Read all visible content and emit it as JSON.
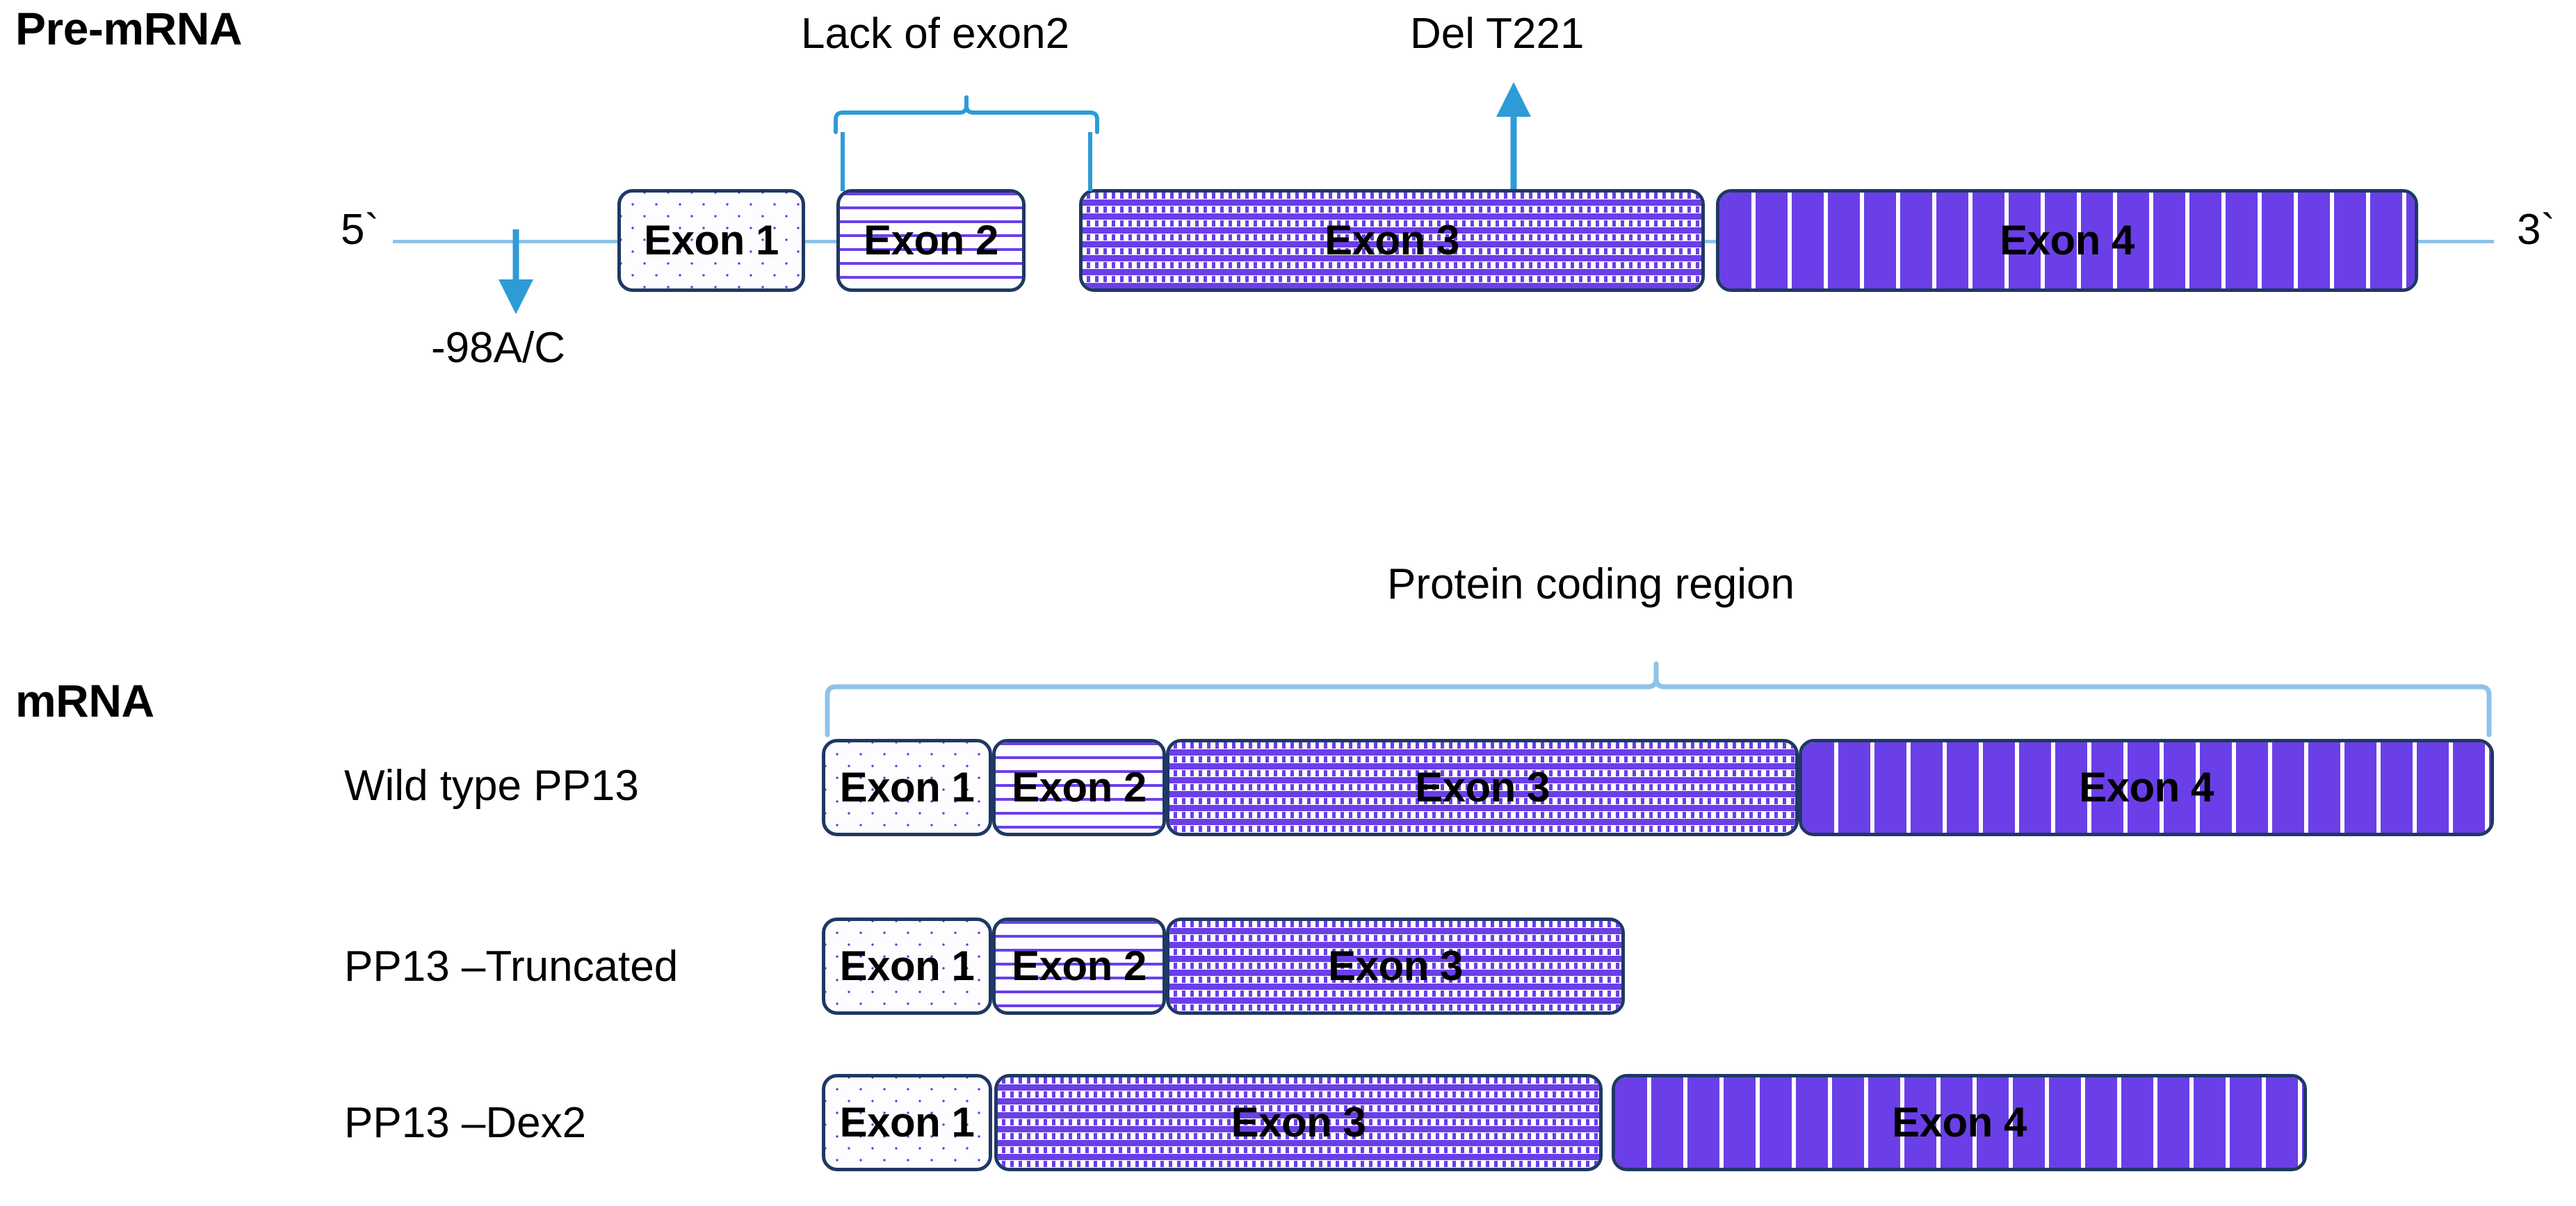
{
  "figure": {
    "sections": {
      "pre_mrna_title": "Pre-mRNA",
      "mrna_title": "mRNA"
    },
    "pre_mrna": {
      "five_prime_label": "5`",
      "three_prime_label": "3`",
      "exons": [
        {
          "label": "Exon 1",
          "pattern": "sparse-dots"
        },
        {
          "label": "Exon 2",
          "pattern": "horizontal-lines"
        },
        {
          "label": "Exon 3",
          "pattern": "dense-speckle"
        },
        {
          "label": "Exon 4",
          "pattern": "dashed-lines"
        }
      ],
      "annotations": [
        {
          "text": "Lack of exon2",
          "marker": "brace",
          "targets": "Exon 2"
        },
        {
          "text": "Del T221",
          "marker": "arrow-up",
          "targets": "Exon 3"
        },
        {
          "text": "-98A/C",
          "marker": "arrow-down",
          "targets": "promoter-upstream"
        }
      ]
    },
    "mrna": {
      "coding_region_label": "Protein coding region",
      "transcripts": [
        {
          "name": "Wild type PP13",
          "exons": [
            {
              "label": "Exon 1",
              "pattern": "sparse-dots"
            },
            {
              "label": "Exon 2",
              "pattern": "horizontal-lines"
            },
            {
              "label": "Exon 3",
              "pattern": "dense-speckle"
            },
            {
              "label": "Exon 4",
              "pattern": "dashed-lines"
            }
          ]
        },
        {
          "name": "PP13 –Truncated",
          "exons": [
            {
              "label": "Exon 1",
              "pattern": "sparse-dots"
            },
            {
              "label": "Exon 2",
              "pattern": "horizontal-lines"
            },
            {
              "label": "Exon 3",
              "pattern": "dense-speckle"
            }
          ]
        },
        {
          "name": "PP13 –Dex2",
          "exons": [
            {
              "label": "Exon 1",
              "pattern": "sparse-dots"
            },
            {
              "label": "Exon 3",
              "pattern": "dense-speckle"
            },
            {
              "label": "Exon 4",
              "pattern": "dashed-lines"
            }
          ]
        }
      ]
    },
    "colors": {
      "exon_border": "#1F3864",
      "pattern_purple": "#6A3FE8",
      "connector_blue": "#8FC2E8",
      "brace_blue": "#2E9BD6",
      "arrow_blue": "#2E9BD6",
      "text_black": "#000000",
      "background": "#FFFFFF"
    }
  }
}
